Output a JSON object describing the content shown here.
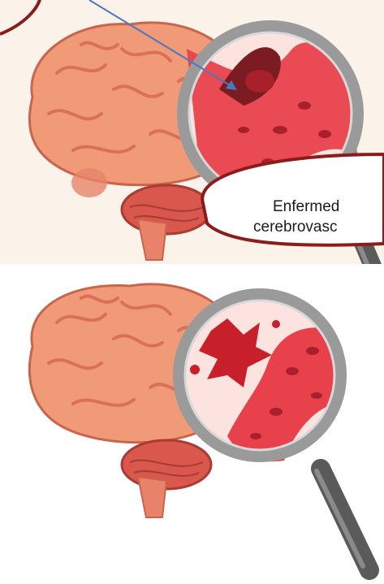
{
  "callout": {
    "line1": "Enfermed",
    "line2": "cerebrovasc"
  },
  "colors": {
    "panel_bg": "#fbf3ea",
    "brain": "#f19a78",
    "brain_fold": "#d9715a",
    "cerebellum": "#d9574c",
    "brainstem": "#e8836a",
    "vessel": "#e8414b",
    "vessel_dark": "#a8202b",
    "clot": "#7a1c22",
    "lens_bg": "#fde3df",
    "lens_rim": "#9a9a9a",
    "handle": "#5a5a5a",
    "callout_border": "#8b1c1c",
    "arrow": "#4a78c4"
  },
  "icons": [
    "brain-illustration",
    "magnifier-icon",
    "blood-vessel-clot",
    "blood-vessel-hemorrhage",
    "arrow-icon"
  ]
}
